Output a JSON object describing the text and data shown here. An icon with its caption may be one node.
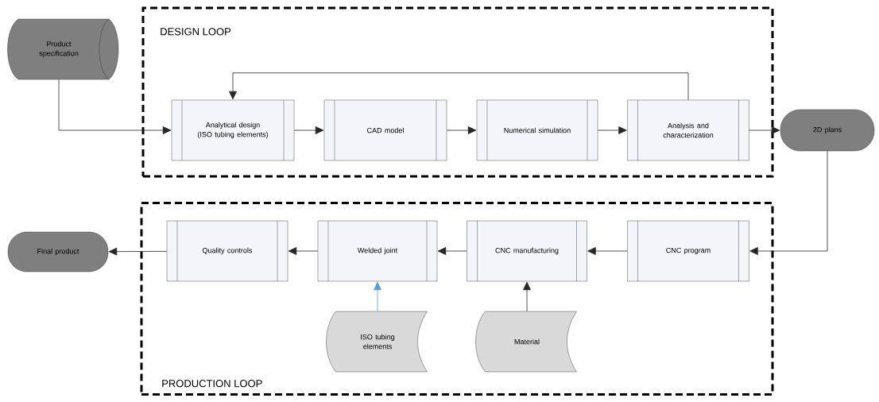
{
  "diagram": {
    "nodes": [
      {
        "text": [
          "DESIGN LOOP"
        ]
      },
      {
        "text": [
          "Product specification"
        ]
      },
      {
        "text": [
          "Analytical design (ISO tubing elements)"
        ],
        "in": 0
      },
      {
        "text": [
          "CAD model"
        ],
        "in": 0
      },
      {
        "text": [
          "Numerical simulation"
        ],
        "in": 0
      },
      {
        "text": [
          "Analysis and characterization"
        ],
        "in": 0
      },
      {
        "text": [
          "2D plans"
        ]
      },
      {
        "text": [
          "PRODUCTION LOOP"
        ]
      },
      {
        "text": [
          "CNC program"
        ],
        "in": 7
      },
      {
        "text": [
          "CNC manufacturing"
        ],
        "in": 7
      },
      {
        "text": [
          "Welded joint"
        ],
        "in": 7
      },
      {
        "text": [
          "Quality controls"
        ],
        "in": 7
      },
      {
        "text": [
          "Final product"
        ]
      },
      {
        "text": [
          "ISO tubing elements"
        ],
        "in": 7
      },
      {
        "text": [
          "Material"
        ],
        "in": 7
      }
    ],
    "edges": [
      {
        "from": 1,
        "to": 2,
        "arrow": "to"
      },
      {
        "from": 2,
        "to": 3,
        "arrow": "to"
      },
      {
        "from": 3,
        "to": 4,
        "arrow": "to"
      },
      {
        "from": 4,
        "to": 5,
        "arrow": "to"
      },
      {
        "from": 5,
        "to": 2,
        "arrow": "to"
      },
      {
        "from": 5,
        "to": 6,
        "arrow": "to"
      },
      {
        "from": 6,
        "to": 8,
        "arrow": "to"
      },
      {
        "from": 8,
        "to": 9,
        "arrow": "to"
      },
      {
        "from": 9,
        "to": 10,
        "arrow": "to"
      },
      {
        "from": 10,
        "to": 11,
        "arrow": "to"
      },
      {
        "from": 11,
        "to": 12,
        "arrow": "to"
      },
      {
        "from": 13,
        "to": 10,
        "arrow": "to",
        "color": "#5b9bd5"
      },
      {
        "from": 14,
        "to": 9,
        "arrow": "to"
      }
    ]
  }
}
